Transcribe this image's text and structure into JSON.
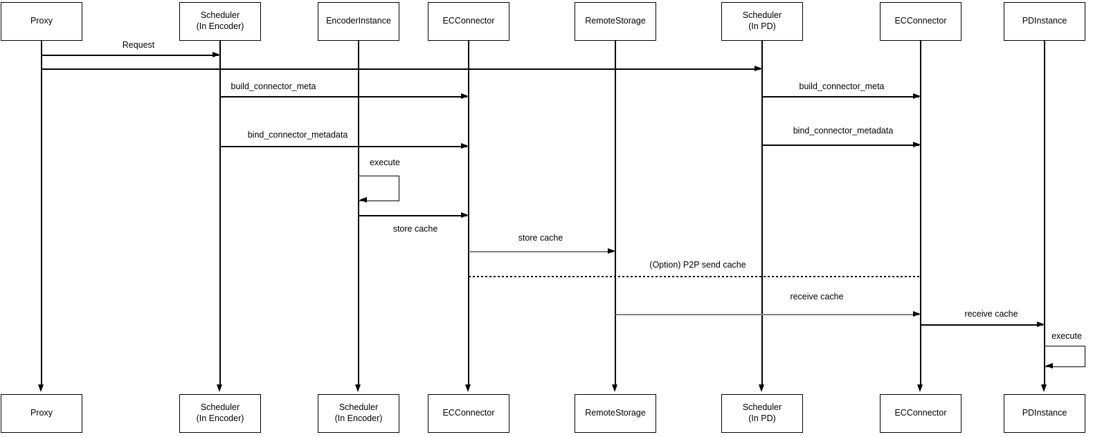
{
  "diagram": {
    "type": "uml-sequence",
    "colors": {
      "line": "#000000",
      "line_gray": "#808080",
      "box_fill": "#ffffff",
      "text": "#000000",
      "background": "#ffffff"
    },
    "actors": [
      {
        "top": "Proxy",
        "bottom": "Proxy"
      },
      {
        "top": "Scheduler\n(In Encoder)",
        "bottom": "Scheduler\n(In Encoder)"
      },
      {
        "top": "EncoderInstance",
        "bottom": "Scheduler\n(In Encoder)"
      },
      {
        "top": "ECConnector",
        "bottom": "ECConnector"
      },
      {
        "top": "RemoteStorage",
        "bottom": "RemoteStorage"
      },
      {
        "top": "Scheduler\n(In PD)",
        "bottom": "Scheduler\n(In PD)"
      },
      {
        "top": "ECConnector",
        "bottom": "ECConnector"
      },
      {
        "top": "PDInstance",
        "bottom": "PDInstance"
      }
    ],
    "messages": [
      {
        "label": "Request",
        "from": "Proxy",
        "to": "Scheduler (In Encoder)",
        "style": "solid"
      },
      {
        "label": "",
        "from": "Proxy",
        "to": "Scheduler (In PD)",
        "style": "solid"
      },
      {
        "label": "build_connector_meta",
        "from": "Scheduler (In Encoder)",
        "to": "ECConnector",
        "style": "solid"
      },
      {
        "label": "build_connector_meta",
        "from": "Scheduler (In PD)",
        "to": "ECConnector",
        "style": "solid"
      },
      {
        "label": "bind_connector_metadata",
        "from": "Scheduler (In Encoder)",
        "to": "ECConnector",
        "style": "solid"
      },
      {
        "label": "bind_connector_metadata",
        "from": "Scheduler (In PD)",
        "to": "ECConnector",
        "style": "solid"
      },
      {
        "label": "execute",
        "from": "EncoderInstance",
        "to": "EncoderInstance",
        "style": "self-loop"
      },
      {
        "label": "store cache",
        "from": "EncoderInstance",
        "to": "ECConnector",
        "style": "solid",
        "label_position": "below"
      },
      {
        "label": "store cache",
        "from": "ECConnector",
        "to": "RemoteStorage",
        "style": "solid-gray"
      },
      {
        "label": "(Option) P2P send cache",
        "from": "ECConnector",
        "to": "ECConnector (PD side)",
        "style": "dashed"
      },
      {
        "label": "receive cache",
        "from": "RemoteStorage",
        "to": "ECConnector (PD side)",
        "style": "solid-gray"
      },
      {
        "label": "receive cache",
        "from": "ECConnector (PD side)",
        "to": "PDInstance",
        "style": "solid"
      },
      {
        "label": "execute",
        "from": "PDInstance",
        "to": "PDInstance",
        "style": "self-loop"
      }
    ]
  }
}
